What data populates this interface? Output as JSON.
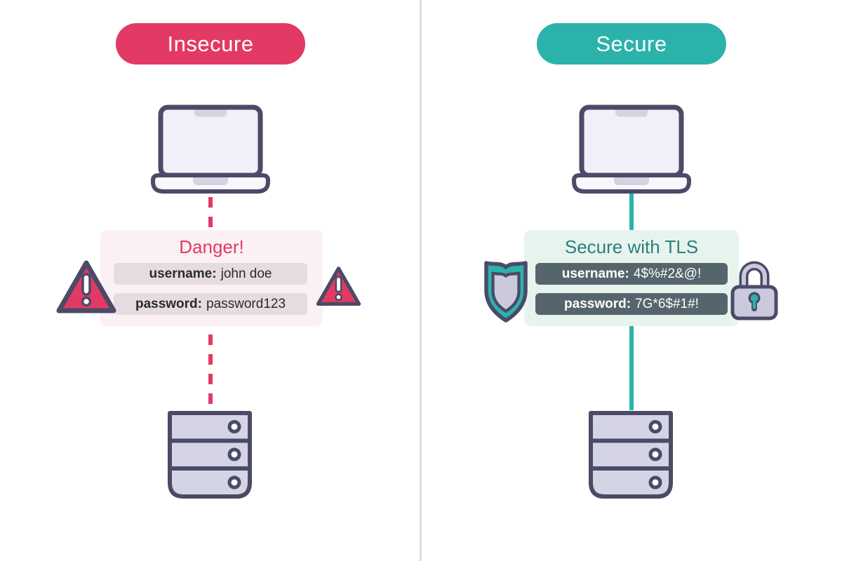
{
  "colors": {
    "accent_insecure": "#E23A64",
    "accent_secure": "#2BB3AB",
    "heading_secure": "#2D7E78",
    "outline": "#4B4A67",
    "callout_insecure_bg": "#FBF0F4",
    "callout_secure_bg": "#E7F4EE",
    "row_insecure_bg": "#E4DCE1",
    "row_secure_bg": "#54666B",
    "row_insecure_text": "#2B2B2B",
    "row_secure_text": "#FFFFFF",
    "device_screen": "#F1F0F8",
    "device_base": "#F7F7FC",
    "device_accent": "#D3D3E1",
    "server_fill": "#D5D4E5",
    "icon_body": "#CBC9DC",
    "divider": "#DDDDDD",
    "background": "#FFFFFF"
  },
  "icons": {
    "laptop": "laptop-icon",
    "server": "server-icon",
    "warning": "warning-triangle-icon",
    "shield": "shield-icon",
    "lock": "padlock-icon"
  },
  "insecure_panel": {
    "badge_label": "Insecure",
    "connection_style": "dashed",
    "callout": {
      "heading": "Danger!",
      "rows": [
        {
          "label": "username:",
          "value": "john doe"
        },
        {
          "label": "password:",
          "value": "password123"
        }
      ]
    }
  },
  "secure_panel": {
    "badge_label": "Secure",
    "connection_style": "solid",
    "callout": {
      "heading": "Secure with TLS",
      "rows": [
        {
          "label": "username:",
          "value": "4$%#2&@!"
        },
        {
          "label": "password:",
          "value": "7G*6$#1#!"
        }
      ]
    }
  }
}
